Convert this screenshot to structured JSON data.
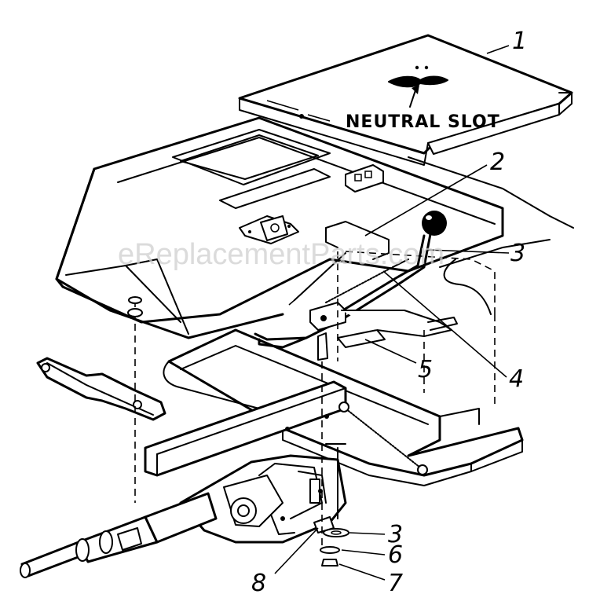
{
  "watermark": "eReplacementParts.com",
  "annotation": {
    "neutral_slot": "NEUTRAL SLOT"
  },
  "callouts": [
    {
      "id": "c1",
      "label": "1"
    },
    {
      "id": "c2",
      "label": "2"
    },
    {
      "id": "c3a",
      "label": "3"
    },
    {
      "id": "c4",
      "label": "4"
    },
    {
      "id": "c5",
      "label": "5"
    },
    {
      "id": "c3b",
      "label": "3"
    },
    {
      "id": "c6",
      "label": "6"
    },
    {
      "id": "c7",
      "label": "7"
    },
    {
      "id": "c8",
      "label": "8"
    }
  ]
}
